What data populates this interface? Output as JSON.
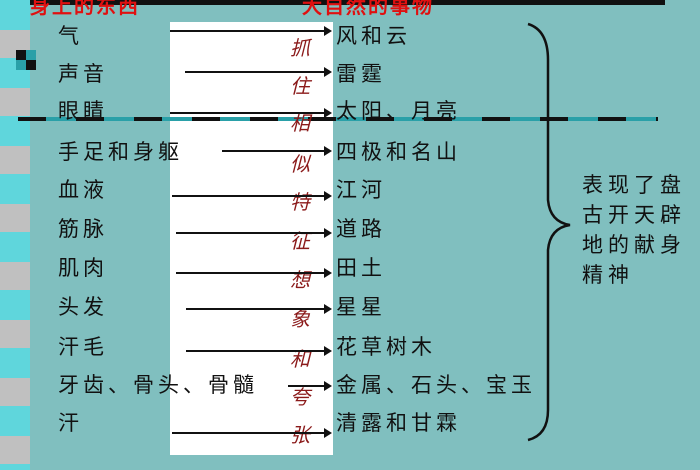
{
  "header": {
    "left": "身上的东西",
    "right": "大自然的事物"
  },
  "body_parts": [
    "气",
    "声音",
    "眼睛",
    "手足和身躯",
    "血液",
    "筋脉",
    "肌肉",
    "头发",
    "汗毛",
    "牙齿、骨头、骨髓",
    "汗"
  ],
  "nature_things": [
    "风和云",
    "雷霆",
    "太阳、月亮",
    "四极和名山",
    "江河",
    "道路",
    "田土",
    "星星",
    "花草树木",
    "金属、石头、宝玉",
    "清露和甘霖"
  ],
  "method_chars": [
    "抓",
    "住",
    "相",
    "似",
    "特",
    "征",
    "想",
    "象",
    "和",
    "夸",
    "张"
  ],
  "summary": "表现了盘古开天辟地的献身精神",
  "colors": {
    "background": "#80bfbf",
    "header": "#e01010",
    "method": "#8b1a1a"
  }
}
